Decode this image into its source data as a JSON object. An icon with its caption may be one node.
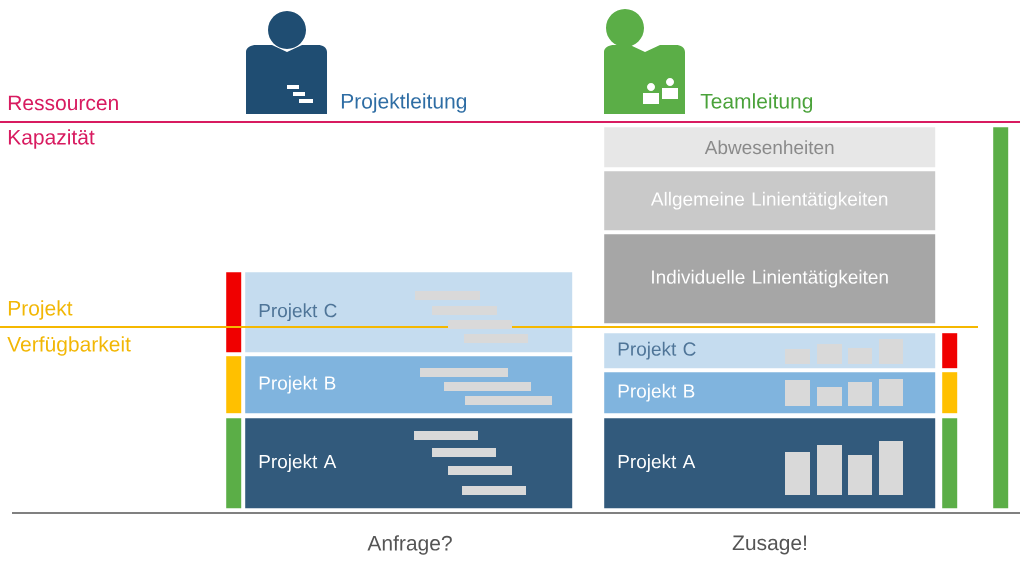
{
  "diagram": {
    "nodes": [
      {
        "text": [
          "Projekt C"
        ]
      },
      {
        "text": [
          "Projekt B"
        ]
      },
      {
        "text": [
          "Projekt A"
        ]
      },
      {
        "text": [
          "Abwesenheiten"
        ]
      },
      {
        "text": [
          "Allgemeine Linientätigkeiten"
        ]
      },
      {
        "text": [
          "Individuelle Linientätigkeiten"
        ]
      },
      {
        "text": [
          "Projekt C"
        ]
      },
      {
        "text": [
          "Projekt B"
        ]
      },
      {
        "text": [
          "Projekt A"
        ]
      },
      {
        "text": [],
        "shape": "bar"
      },
      {
        "text": [],
        "shape": "bar"
      },
      {
        "text": [],
        "shape": "bar"
      },
      {
        "text": [],
        "shape": "bar"
      },
      {
        "text": [],
        "shape": "bar"
      },
      {
        "text": [],
        "shape": "bar"
      },
      {
        "text": [],
        "shape": "bar"
      }
    ],
    "labels": [
      "Projektleitung",
      "Teamleitung",
      "Ressourcen",
      "Kapazität",
      "Projekt",
      "Verfügbarkeit",
      "Anfrage?",
      "Zusage!"
    ]
  }
}
